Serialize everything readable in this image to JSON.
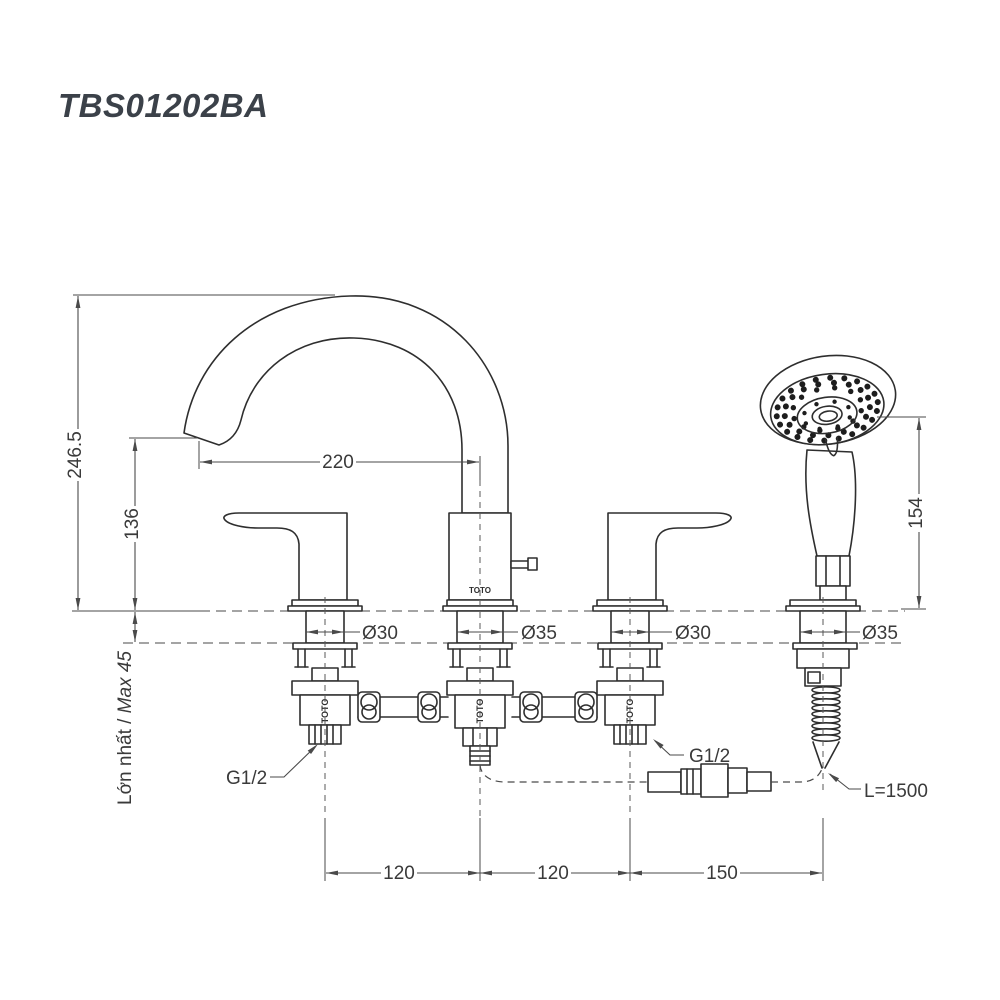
{
  "title": "TBS01202BA",
  "brand_label": "TOTO",
  "dims": {
    "total_height": "246.5",
    "spout_height": "136",
    "spout_reach": "220",
    "shower_height": "154",
    "deck_max_prefix": "Lớn nhất / ",
    "deck_max_value": "Max 45",
    "dia_left_handle": "Ø30",
    "dia_spout": "Ø35",
    "dia_right_handle": "Ø30",
    "dia_shower": "Ø35",
    "pitch_left": "120",
    "pitch_mid": "120",
    "pitch_right": "150",
    "inlet_left": "G1/2",
    "inlet_right": "G1/2",
    "hose_length": "L=1500"
  },
  "colors": {
    "part_line": "#2e2e2e",
    "dim_line": "#4a4a4a",
    "text": "#3a3a3a",
    "title": "#3b4149",
    "background": "#ffffff"
  }
}
